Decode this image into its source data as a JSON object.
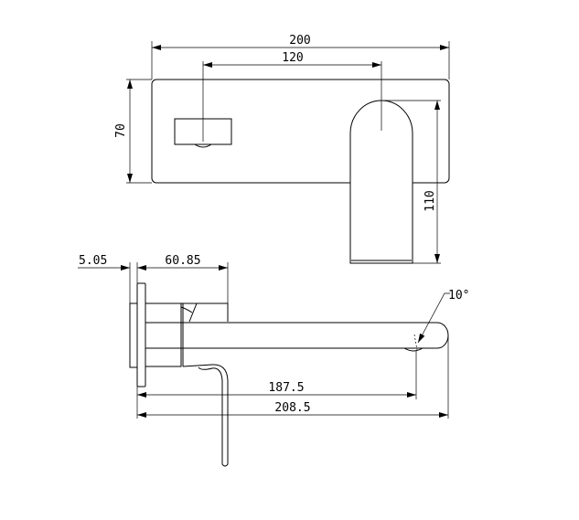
{
  "dimensions": {
    "overall_width": "200",
    "handle_to_spout": "120",
    "plate_height": "70",
    "spout_height": "110",
    "plate_depth": "5.05",
    "body_depth": "60.85",
    "outlet_projection": "187.5",
    "total_projection": "208.5",
    "outlet_angle": "10°"
  },
  "colors": {
    "line": "#000000",
    "background": "#ffffff"
  }
}
